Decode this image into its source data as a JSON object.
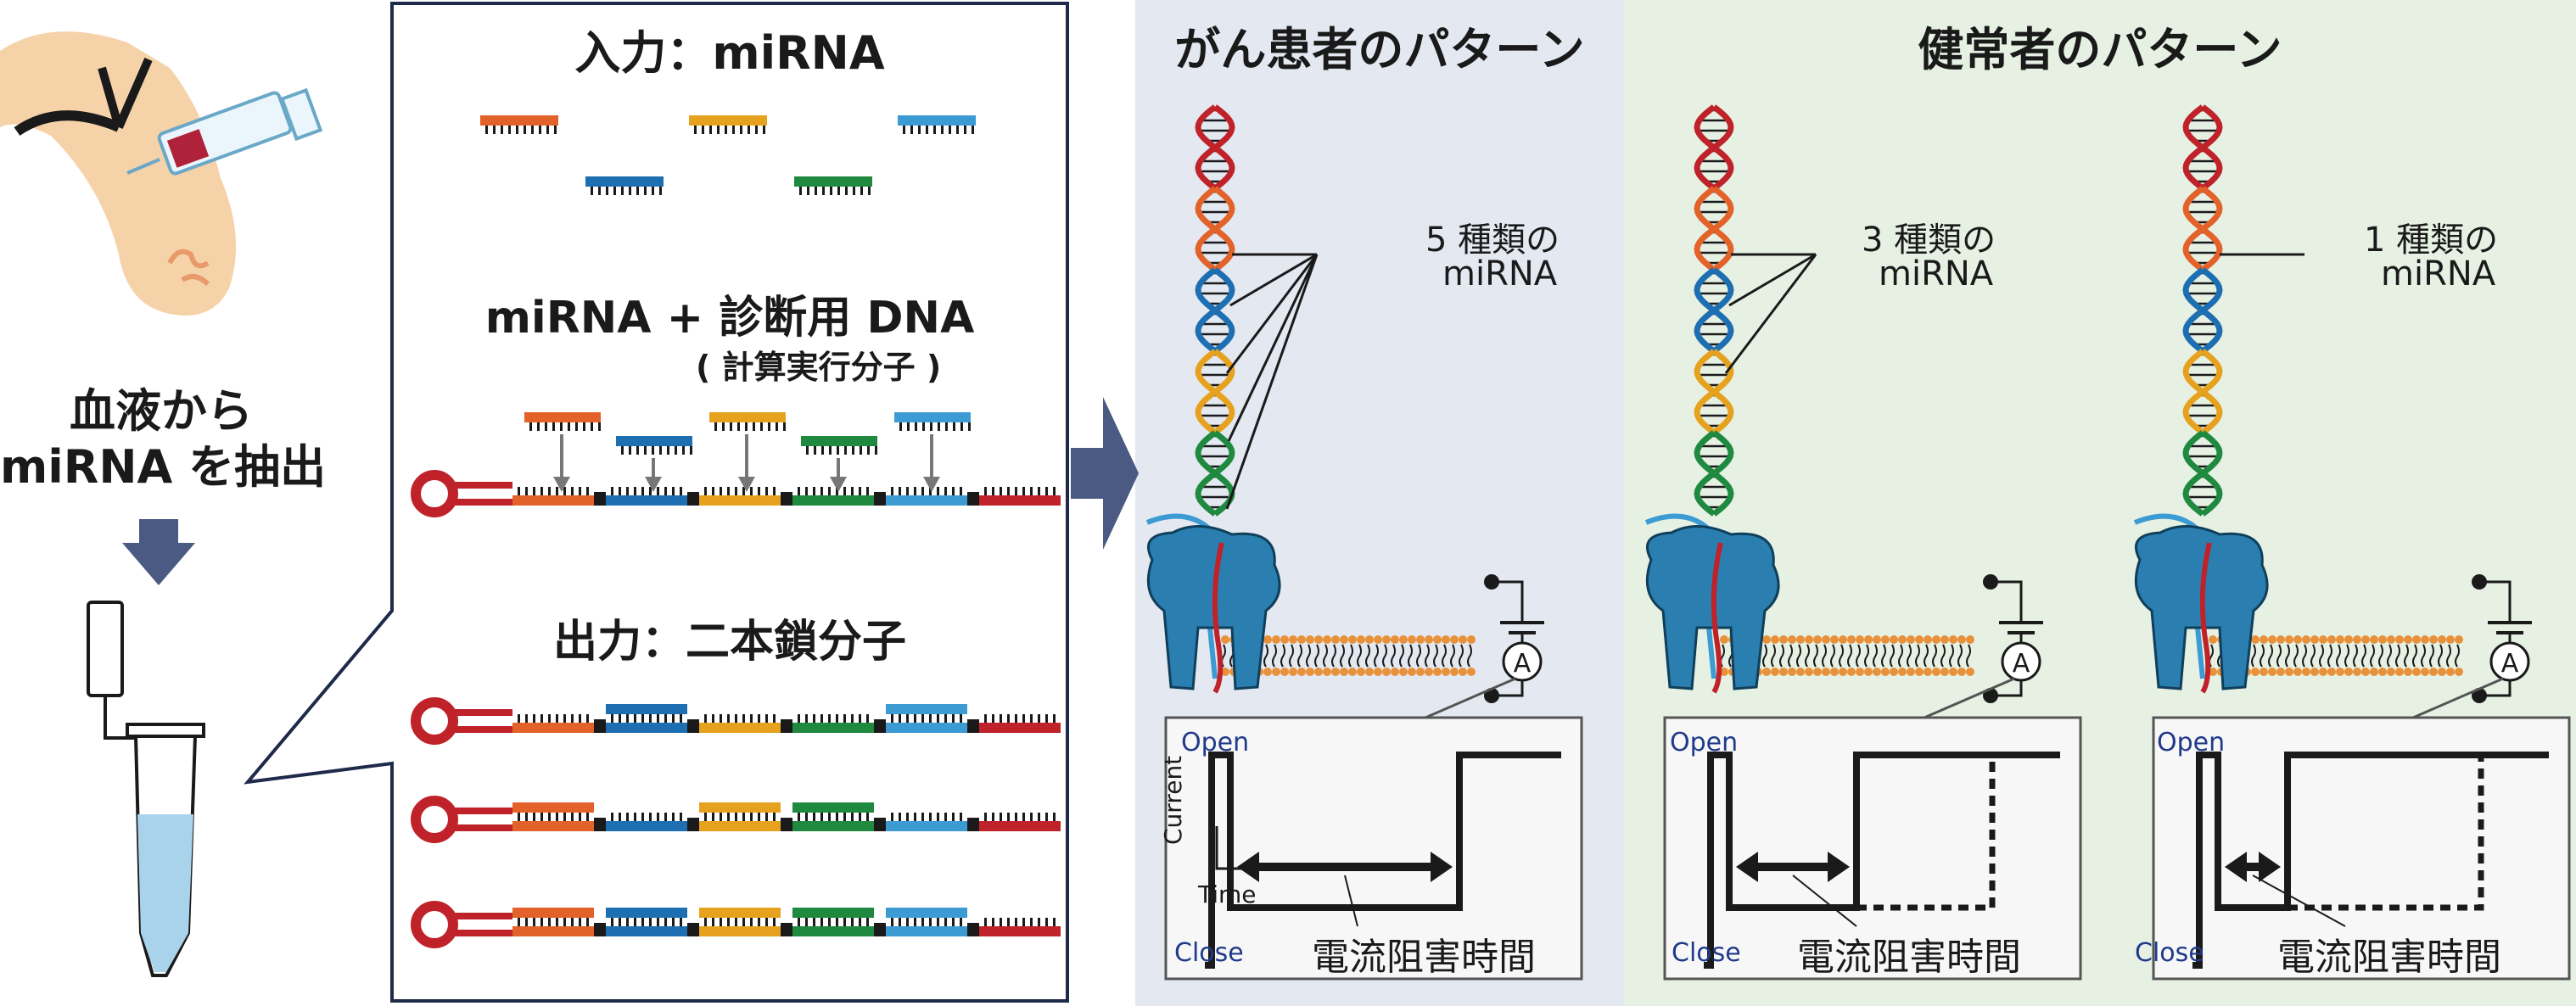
{
  "colors": {
    "orange": "#e2622a",
    "yellow": "#e6a21e",
    "light_blue": "#3d9bd3",
    "blue": "#1e6fb2",
    "green": "#1f8a3f",
    "red": "#c0222a",
    "black": "#1a1a1a",
    "navy_arrow": "#4a5a82",
    "cancer_bg": "#e3e8f1",
    "healthy_bg": "#e6f1e4",
    "pore": "#2a7fb0",
    "lipid_orange": "#e8913a"
  },
  "left": {
    "extract_line1": "血液から",
    "extract_line2": "miRNA を抽出"
  },
  "middle": {
    "input_title": "入力：miRNA",
    "mix_title": "miRNA + 診断用 DNA",
    "mix_subtitle": "( 計算実行分子 )",
    "output_title": "出力：二本鎖分子",
    "input_strands": [
      "orange",
      "yellow",
      "light_blue",
      "blue",
      "green"
    ],
    "template_segments": [
      "orange",
      "blue",
      "yellow",
      "green",
      "light_blue",
      "red"
    ],
    "output_rows": [
      [
        "blue",
        "light_blue"
      ],
      [
        "orange",
        "yellow",
        "green"
      ],
      [
        "orange",
        "blue",
        "yellow",
        "green",
        "light_blue"
      ]
    ]
  },
  "cancer": {
    "title": "がん患者のパターン",
    "count_label": "5 種類の",
    "count_label2": "miRNA",
    "strand_colors": [
      "red",
      "orange",
      "blue",
      "yellow",
      "green"
    ],
    "bound_count": 5,
    "signal": {
      "open": "Open",
      "close": "Close",
      "current": "Current",
      "time": "Time",
      "duration_label": "電流阻害時間",
      "block_duration": "long"
    }
  },
  "healthy": {
    "title": "健常者のパターン",
    "panels": [
      {
        "count_label": "3 種類の",
        "count_label2": "miRNA",
        "bound_count": 3,
        "strand_colors": [
          "red",
          "orange",
          "blue",
          "yellow",
          "green"
        ],
        "signal": {
          "open": "Open",
          "close": "Close",
          "duration_label": "電流阻害時間",
          "block_duration": "medium"
        }
      },
      {
        "count_label": "1 種類の",
        "count_label2": "miRNA",
        "bound_count": 1,
        "strand_colors": [
          "red",
          "orange",
          "blue",
          "yellow",
          "green"
        ],
        "signal": {
          "open": "Open",
          "close": "Close",
          "duration_label": "電流阻害時間",
          "block_duration": "short"
        }
      }
    ]
  }
}
